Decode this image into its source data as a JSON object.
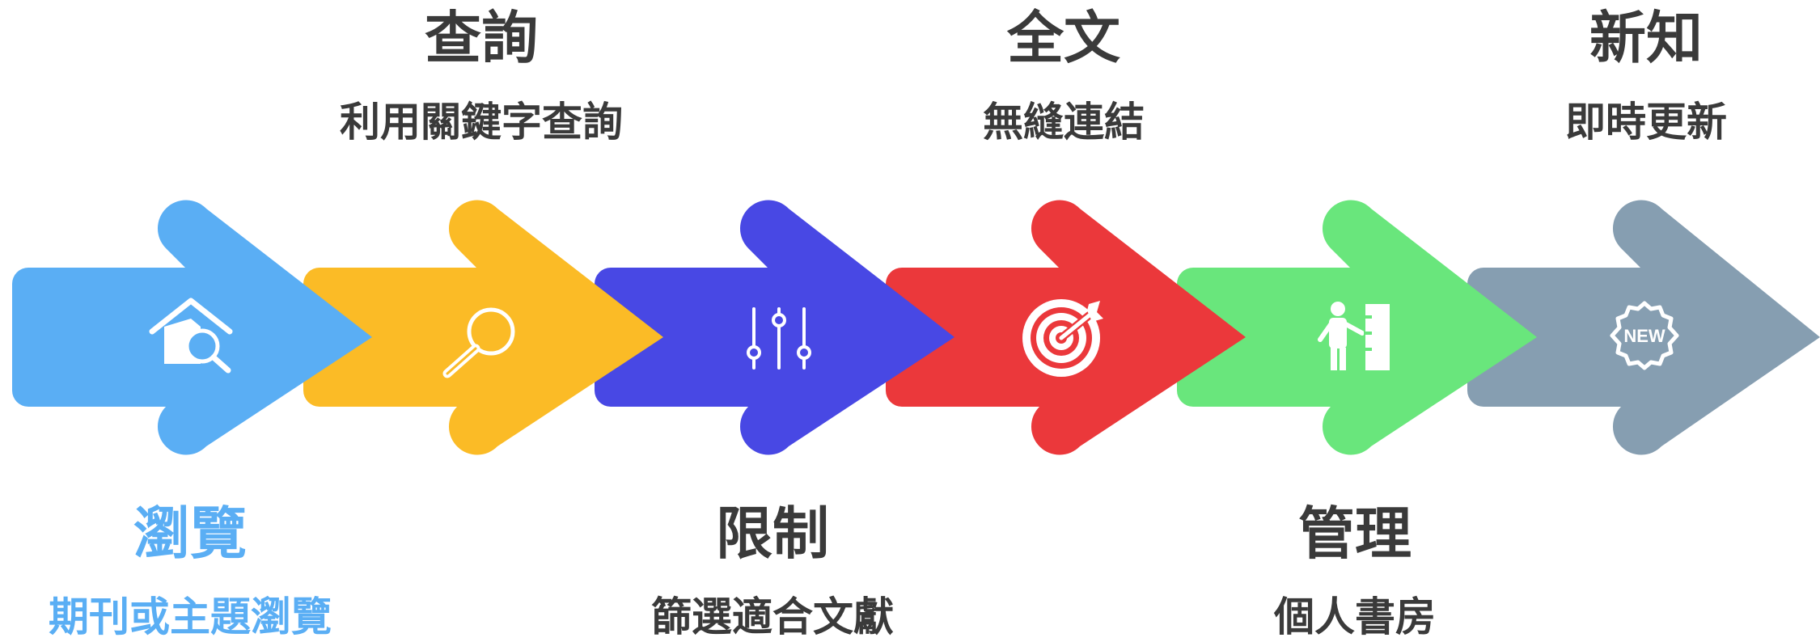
{
  "steps": [
    {
      "id": "browse",
      "title": "瀏覽",
      "subtitle": "期刊或主題瀏覽",
      "icon": "house-search-icon",
      "color": "#5aaef4",
      "text_color": "#5aaef4",
      "position": "bottom"
    },
    {
      "id": "query",
      "title": "查詢",
      "subtitle": "利用關鍵字查詢",
      "icon": "magnifier-icon",
      "color": "#fbbb26",
      "text_color": "#3a3a3a",
      "position": "top"
    },
    {
      "id": "limit",
      "title": "限制",
      "subtitle": "篩選適合文獻",
      "icon": "sliders-icon",
      "color": "#4848e4",
      "text_color": "#3a3a3a",
      "position": "bottom"
    },
    {
      "id": "fulltext",
      "title": "全文",
      "subtitle": "無縫連結",
      "icon": "target-icon",
      "color": "#eb383b",
      "text_color": "#3a3a3a",
      "position": "top"
    },
    {
      "id": "manage",
      "title": "管理",
      "subtitle": "個人書房",
      "icon": "person-bookshelf-icon",
      "color": "#69e67c",
      "text_color": "#3a3a3a",
      "position": "bottom"
    },
    {
      "id": "new",
      "title": "新知",
      "subtitle": "即時更新",
      "icon": "new-badge-icon",
      "color": "#869eb1",
      "text_color": "#3a3a3a",
      "position": "top"
    }
  ],
  "badge_text": "NEW"
}
